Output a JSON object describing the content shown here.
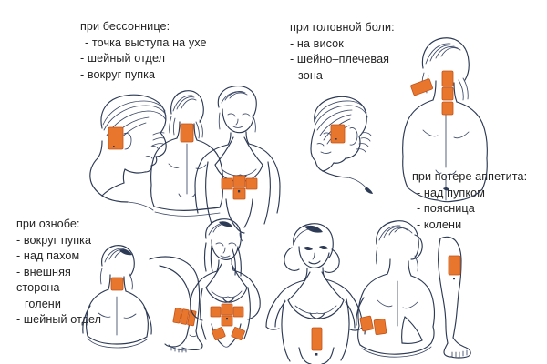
{
  "page": {
    "title": "Схема постановки пластырей / точки воздействия",
    "background_color": "#ffffff",
    "ink_color": "#2d3a55",
    "patch_color": "#e8762c",
    "patch_outline_color": "#c2531a",
    "text_color": "#232323"
  },
  "blocks": [
    {
      "id": "insomnia",
      "heading": "при бессоннице:",
      "items": [
        " - точка выступа на ухе",
        "- шейный отдел",
        "- вокруг пупка"
      ]
    },
    {
      "id": "headache",
      "heading": "при головной боли:",
      "items": [
        "- на висок",
        "- шейно–плечевая",
        "зона"
      ]
    },
    {
      "id": "appetite",
      "heading": "при потере аппетита:",
      "items": [
        "- над пупком",
        "- поясница",
        "- колени"
      ]
    },
    {
      "id": "chills",
      "heading": "при ознобе:",
      "items": [
        "- вокруг пупка",
        "- над пахом",
        "- внешняя",
        "сторона",
        "голени",
        "- шейный отдел"
      ]
    }
  ],
  "figures": [
    {
      "id": "fig-head-profile-ear",
      "label": "женская голова в профиль с пластырем на ухе"
    },
    {
      "id": "fig-back-neck-1",
      "label": "спина со стрижкой, пластырь на шейном отделе"
    },
    {
      "id": "fig-front-navel",
      "label": "фигура спереди в купальнике, пластыри вокруг пупка"
    },
    {
      "id": "fig-head-temple",
      "label": "голова в профиль, пластырь на виске"
    },
    {
      "id": "fig-back-neck-shoulder",
      "label": "спина, пластыри на шейно-плечевой зоне"
    },
    {
      "id": "fig-back-sitting-neck",
      "label": "сидящая со спины, пластырь на шее"
    },
    {
      "id": "fig-legs-shin",
      "label": "ноги, пластыри на голени"
    },
    {
      "id": "fig-front-navel-groin",
      "label": "фигура спереди, пластыри вокруг пупка и над пахом"
    },
    {
      "id": "fig-front-abdomen",
      "label": "фигура спереди, пластырь над пупком"
    },
    {
      "id": "fig-back-lumbar",
      "label": "сидящая со спины, пластыри на пояснице"
    },
    {
      "id": "fig-leg-knee",
      "label": "нога, пластырь на колене"
    }
  ]
}
